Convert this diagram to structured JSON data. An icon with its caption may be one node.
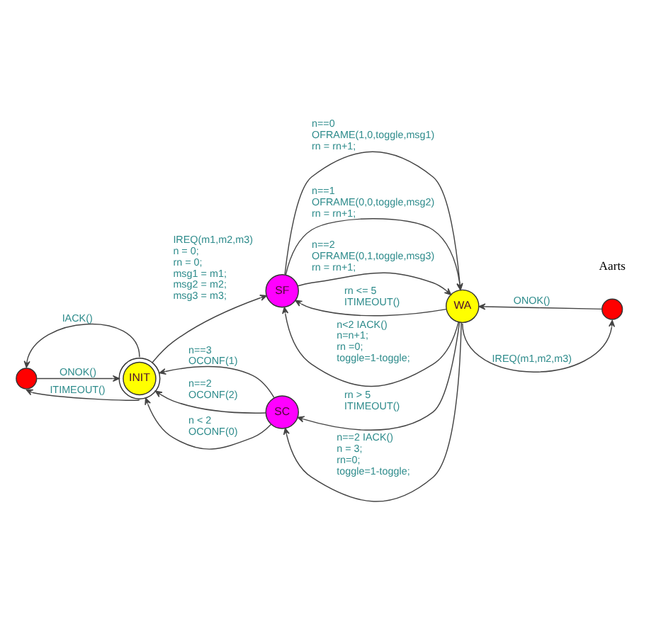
{
  "diagram": {
    "nodes": [
      {
        "text": [],
        "shape": "circle"
      },
      {
        "text": [
          "INIT"
        ]
      },
      {
        "text": [
          "SF"
        ]
      },
      {
        "text": [
          "SC"
        ]
      },
      {
        "text": [
          "WA"
        ]
      },
      {
        "text": [],
        "shape": "circle"
      }
    ],
    "edges": [
      {
        "from": 1,
        "to": 0,
        "arrow": "to",
        "label": "IACK()"
      },
      {
        "from": 0,
        "to": 1,
        "arrow": "to",
        "label": "ONOK()"
      },
      {
        "from": 1,
        "to": 0,
        "arrow": "to",
        "label": "ITIMEOUT()"
      },
      {
        "from": 1,
        "to": 2,
        "arrow": "to",
        "label": "IREQ(m1,m2,m3) n = 0; rn = 0; msg1 = m1; msg2 = m2; msg3 = m3;"
      },
      {
        "from": 3,
        "to": 1,
        "arrow": "to",
        "label": "n==3 OCONF(1)"
      },
      {
        "from": 3,
        "to": 1,
        "arrow": "to",
        "label": "n==2 OCONF(2)"
      },
      {
        "from": 3,
        "to": 1,
        "arrow": "to",
        "label": "n < 2 OCONF(0)"
      },
      {
        "from": 2,
        "to": 4,
        "arrow": "to",
        "label": "n==0 OFRAME(1,0,toggle,msg1) rn = rn+1;"
      },
      {
        "from": 2,
        "to": 4,
        "arrow": "to",
        "label": "n==1 OFRAME(0,0,toggle,msg2) rn = rn+1;"
      },
      {
        "from": 2,
        "to": 4,
        "arrow": "to",
        "label": "n==2 OFRAME(0,1,toggle,msg3) rn = rn+1;"
      },
      {
        "from": 4,
        "to": 2,
        "arrow": "to",
        "label": "rn <= 5 ITIMEOUT()"
      },
      {
        "from": 4,
        "to": 2,
        "arrow": "to",
        "label": "n<2 IACK() n=n+1; rn =0; toggle=1-toggle;"
      },
      {
        "from": 4,
        "to": 3,
        "arrow": "to",
        "label": "rn > 5 ITIMEOUT()"
      },
      {
        "from": 4,
        "to": 3,
        "arrow": "to",
        "label": "n==2 IACK() n = 3; rn=0; toggle=1-toggle;"
      },
      {
        "from": 5,
        "to": 4,
        "arrow": "to",
        "label": "ONOK()"
      },
      {
        "from": 4,
        "to": 5,
        "arrow": "to",
        "label": "IREQ(m1,m2,m3)"
      }
    ],
    "labels": [
      "Aarts"
    ]
  }
}
